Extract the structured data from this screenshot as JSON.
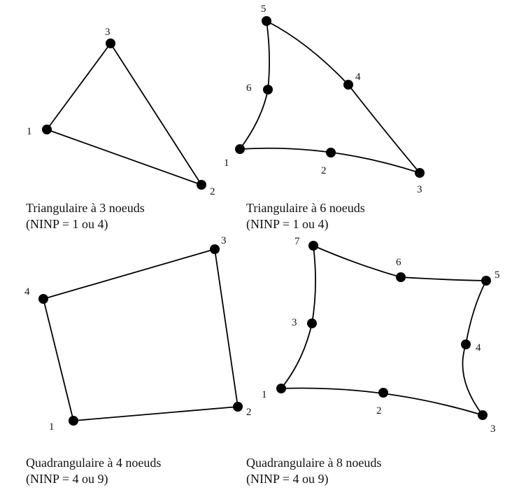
{
  "colors": {
    "line": "#000000",
    "node": "#000000",
    "text": "#111111",
    "background": "#ffffff"
  },
  "panels": [
    {
      "id": "tri3",
      "title": "Triangulaire à 3 noeuds",
      "ninp": "(NINP = 1 ou 4)",
      "labels": [
        "1",
        "2",
        "3"
      ]
    },
    {
      "id": "tri6",
      "title": "Triangulaire à 6 noeuds",
      "ninp": "(NINP = 1 ou 4)",
      "labels": [
        "1",
        "2",
        "3",
        "4",
        "5",
        "6"
      ]
    },
    {
      "id": "quad4",
      "title": "Quadrangulaire à 4 noeuds",
      "ninp": "(NINP = 4 ou 9)",
      "labels": [
        "1",
        "2",
        "3",
        "4"
      ]
    },
    {
      "id": "quad8",
      "title": "Quadrangulaire à 8 noeuds",
      "ninp": "(NINP = 4 ou 9)",
      "labels": [
        "1",
        "2",
        "3",
        "4",
        "5",
        "6",
        "7"
      ]
    }
  ]
}
